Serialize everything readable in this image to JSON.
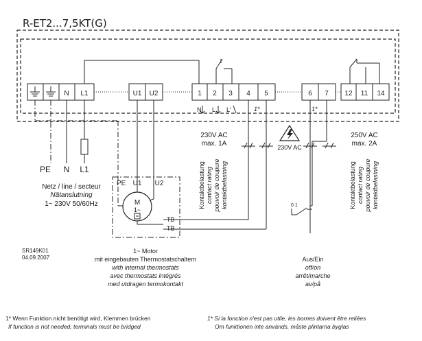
{
  "title": "R-ET2...7,5KT(G)",
  "terminals": {
    "pe1": "",
    "pe2": "",
    "n": "N",
    "l1": "L1",
    "u1": "U1",
    "u2": "U2",
    "t1": "1",
    "t2": "2",
    "t3": "3",
    "t4": "4",
    "t5": "5",
    "t6": "6",
    "t7": "7",
    "t12": "12",
    "t11": "11",
    "t14": "14"
  },
  "contact_markers": {
    "n": "N",
    "l": "L",
    "l_prime": "L'"
  },
  "bridge_note_mark": "1*",
  "supply_labels": {
    "pe": "PE",
    "n": "N",
    "l1": "L1"
  },
  "supply_text": {
    "line1": "Netz / line / secteur",
    "line2": "Nätanslutning",
    "line3": "1~ 230V  50/60Hz"
  },
  "contact_left": {
    "voltage": "230V AC",
    "current": "max. 1A"
  },
  "contact_right": {
    "voltage": "250V AC",
    "current": "max. 2A"
  },
  "warning_voltage": "230V AC",
  "contact_rating_labels": [
    "Kontaktbelastung",
    "contact rating",
    "pouvoir de coupure",
    "kontaktbelastning"
  ],
  "motor_box": {
    "pe": "PE",
    "u1": "U1",
    "u2": "U2",
    "m": "M",
    "phase": "1~",
    "tb1": "TB",
    "tb2": "TB"
  },
  "switch_mark": "0 1",
  "doc_id": "SR149K01",
  "doc_date": "04.09.2007",
  "motor_caption": {
    "line1": "1~ Motor",
    "line2": "mit eingebauten Thermostatschaltern",
    "line3": "with internal thermostats",
    "line4": "avec thermostats intégrés",
    "line5": "med utdragen termokontakt"
  },
  "switch_caption": {
    "line1": "Aus/Ein",
    "line2": "off/on",
    "line3": "arrêt/marche",
    "line4": "av/på"
  },
  "footnote_left": {
    "line1": "1* Wenn Funktion nicht benötigt wird, Klemmen brücken",
    "line2": "If function is not needed, terminals must be bridged"
  },
  "footnote_right": {
    "line1": "1* Si la fonction n'est pas utile, les bornes doivent être reliées",
    "line2": "Om funktionen inte används, måste plintarna byglas"
  }
}
